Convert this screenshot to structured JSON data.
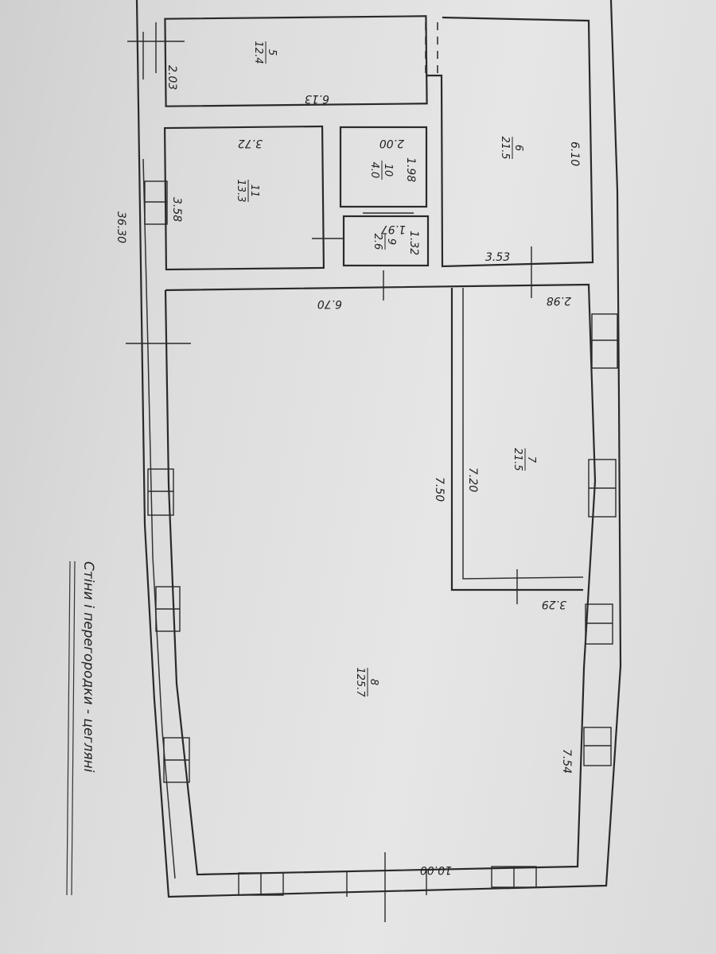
{
  "rooms": [
    {
      "number": "5",
      "area": "12.4"
    },
    {
      "number": "6",
      "area": "21.5"
    },
    {
      "number": "11",
      "area": "13.3"
    },
    {
      "number": "10",
      "area": "4.0"
    },
    {
      "number": "9",
      "area": "2.6"
    },
    {
      "number": "7",
      "area": "21.5"
    },
    {
      "number": "8",
      "area": "125.7"
    }
  ],
  "dimensions": {
    "d_2_03": "2.03",
    "d_6_13": "6.13",
    "d_3_72": "3.72",
    "d_2_00": "2.00",
    "d_1_98": "1.98",
    "d_1_97": "1.97",
    "d_1_32": "1.32",
    "d_3_58": "3.58",
    "d_6_10": "6.10",
    "d_3_53": "3.53",
    "d_2_98": "2.98",
    "d_6_70": "6.70",
    "d_36_30": "36.30",
    "d_7_20": "7.20",
    "d_7_50": "7.50",
    "d_3_29": "3.29",
    "d_7_54": "7.54",
    "d_10_00": "10.00"
  },
  "notes": {
    "walls": "Стіни і перегородки - цегляні"
  }
}
